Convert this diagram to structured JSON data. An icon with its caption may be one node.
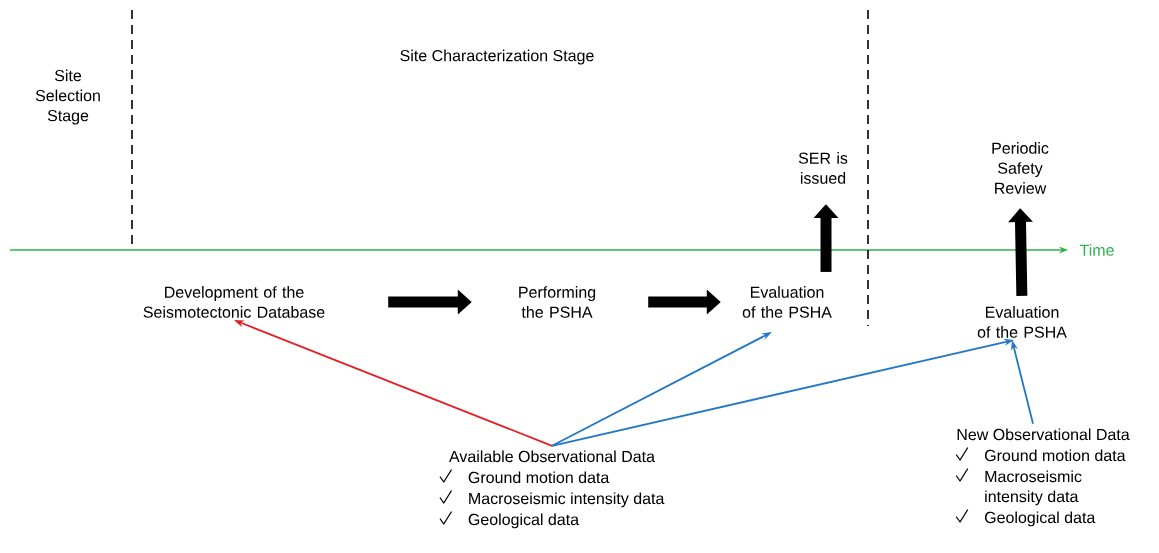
{
  "diagram": {
    "nodes": [
      {
        "text": [
          "Development of the Seismotectonic Database"
        ]
      },
      {
        "text": [
          "Performing the PSHA"
        ]
      },
      {
        "text": [
          "Evaluation of the PSHA"
        ]
      },
      {
        "text": [
          "SER is issued"
        ]
      },
      {
        "text": [
          "Periodic Safety Review"
        ]
      },
      {
        "text": [
          "Evaluation of the PSHA"
        ]
      },
      {
        "text": [
          "Available Observational Data",
          "Ground motion data",
          "Macroseismic intensity data",
          "Geological data"
        ]
      },
      {
        "text": [
          "New Observational Data",
          "Ground motion data",
          "Macroseismic intensity data",
          "Geological data"
        ]
      }
    ],
    "edges": [
      {
        "from": 0,
        "to": 1,
        "arrow": "to",
        "style": "thick",
        "color": "#000000"
      },
      {
        "from": 1,
        "to": 2,
        "arrow": "to",
        "style": "thick",
        "color": "#000000"
      },
      {
        "from": 2,
        "to": 3,
        "arrow": "to",
        "style": "thick",
        "color": "#000000"
      },
      {
        "from": 5,
        "to": 4,
        "arrow": "to",
        "style": "thick",
        "color": "#000000"
      },
      {
        "from": 6,
        "to": 0,
        "arrow": "to",
        "color": "#e31e24"
      },
      {
        "from": 6,
        "to": 2,
        "arrow": "to",
        "color": "#2477c4"
      },
      {
        "from": 6,
        "to": 5,
        "arrow": "to",
        "color": "#2477c4"
      },
      {
        "from": 7,
        "to": 5,
        "arrow": "to",
        "color": "#2477c4"
      }
    ],
    "labels": [
      "Site Selection Stage",
      "Site Characterization Stage",
      "Time"
    ]
  }
}
